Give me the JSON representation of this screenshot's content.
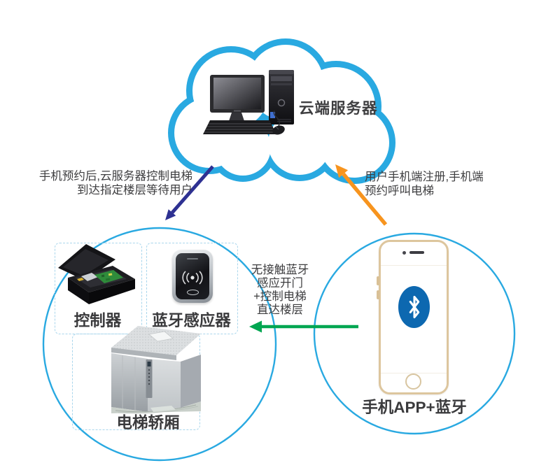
{
  "cloud": {
    "label": "云端服务器"
  },
  "labels": {
    "cloud_to_elevator": [
      "手机预约后,云服务器控制电梯",
      "到达指定楼层等待用户"
    ],
    "phone_to_cloud": [
      "用户手机端注册,手机端",
      "预约呼叫电梯"
    ],
    "phone_to_sensor": [
      "无接触蓝牙",
      "感应开门",
      "+控制电梯",
      "直达楼层"
    ]
  },
  "left_circle": {
    "controller": "控制器",
    "sensor": "蓝牙感应器",
    "elevator": "电梯轿厢"
  },
  "right_circle": {
    "phone": "手机APP+蓝牙"
  },
  "colors": {
    "cloud_blue": "#29A9E1",
    "arrow_navy": "#2E3192",
    "arrow_orange": "#F7941E",
    "arrow_green": "#00A651",
    "bluetooth_blue": "#0D68B0",
    "text": "#3E3E40"
  }
}
